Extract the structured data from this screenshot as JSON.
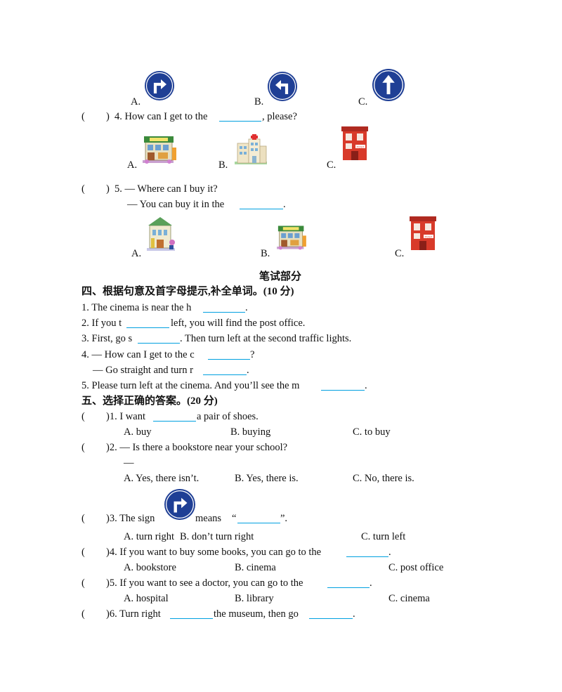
{
  "q3_options": {
    "a": "A.",
    "b": "B.",
    "c": "C."
  },
  "listen": {
    "q4": {
      "paren": "(",
      "paren_close": ")",
      "text1": "4. How can I get to the",
      "text2": ", please?",
      "a": "A.",
      "b": "B.",
      "c": "C.",
      "post_label": "POST"
    },
    "q5": {
      "paren": "(",
      "paren_close": ")",
      "line1": "5. — Where can I buy it?",
      "line2": "— You can buy it in the",
      "line2_end": ".",
      "a": "A.",
      "b": "B.",
      "c": "C."
    }
  },
  "section_written": "笔试部分",
  "section4": {
    "title": "四、根据句意及首字母提示,补全单词。(10 分)",
    "items": [
      {
        "pre": "1. The cinema is near the h",
        "post": "."
      },
      {
        "pre": "2. If you t",
        "post": " left, you will find the post office."
      },
      {
        "pre": "3. First, go s",
        "post": ". Then turn left at the second traffic lights."
      },
      {
        "pre": "4. — How can I get to the c",
        "post": "?"
      },
      {
        "pre": "— Go straight and turn r",
        "post": "."
      },
      {
        "pre": "5. Please turn left at the cinema. And you’ll see the m",
        "post": "."
      }
    ]
  },
  "section5": {
    "title": "五、选择正确的答案。(20 分)",
    "q1": {
      "paren": "(",
      "text": ")1. I want",
      "after": "a pair of shoes.",
      "a": "A. buy",
      "b": "B. buying",
      "c": "C. to buy"
    },
    "q2": {
      "paren": "(",
      "text": ")2. — Is there a bookstore near your school?",
      "dash": "—",
      "a": "A. Yes, there isn’t.",
      "b": "B. Yes, there is.",
      "c": "C. No, there is."
    },
    "q3": {
      "paren": "(",
      "text": ")3. The sign",
      "means": "means",
      "quote_open": "“",
      "quote_close": "”.",
      "a": "A. turn right",
      "b": "B. don’t turn right",
      "c": "C. turn left"
    },
    "q4": {
      "paren": "(",
      "text": ")4. If you want to buy some books, you can go to the",
      "end": ".",
      "a": "A. bookstore",
      "b": "B. cinema",
      "c": "C. post office"
    },
    "q5": {
      "paren": "(",
      "text": ")5. If you want to see a doctor, you can go to the",
      "end": ".",
      "a": "A. hospital",
      "b": "B. library",
      "c": "C. cinema"
    },
    "q6": {
      "paren": "(",
      "text": ")6. Turn right",
      "mid": "the museum, then go",
      "end": "."
    }
  },
  "colors": {
    "sign_blue": "#1f3f95",
    "blank_line": "#00a0e0",
    "post_red": "#d83a2a"
  }
}
